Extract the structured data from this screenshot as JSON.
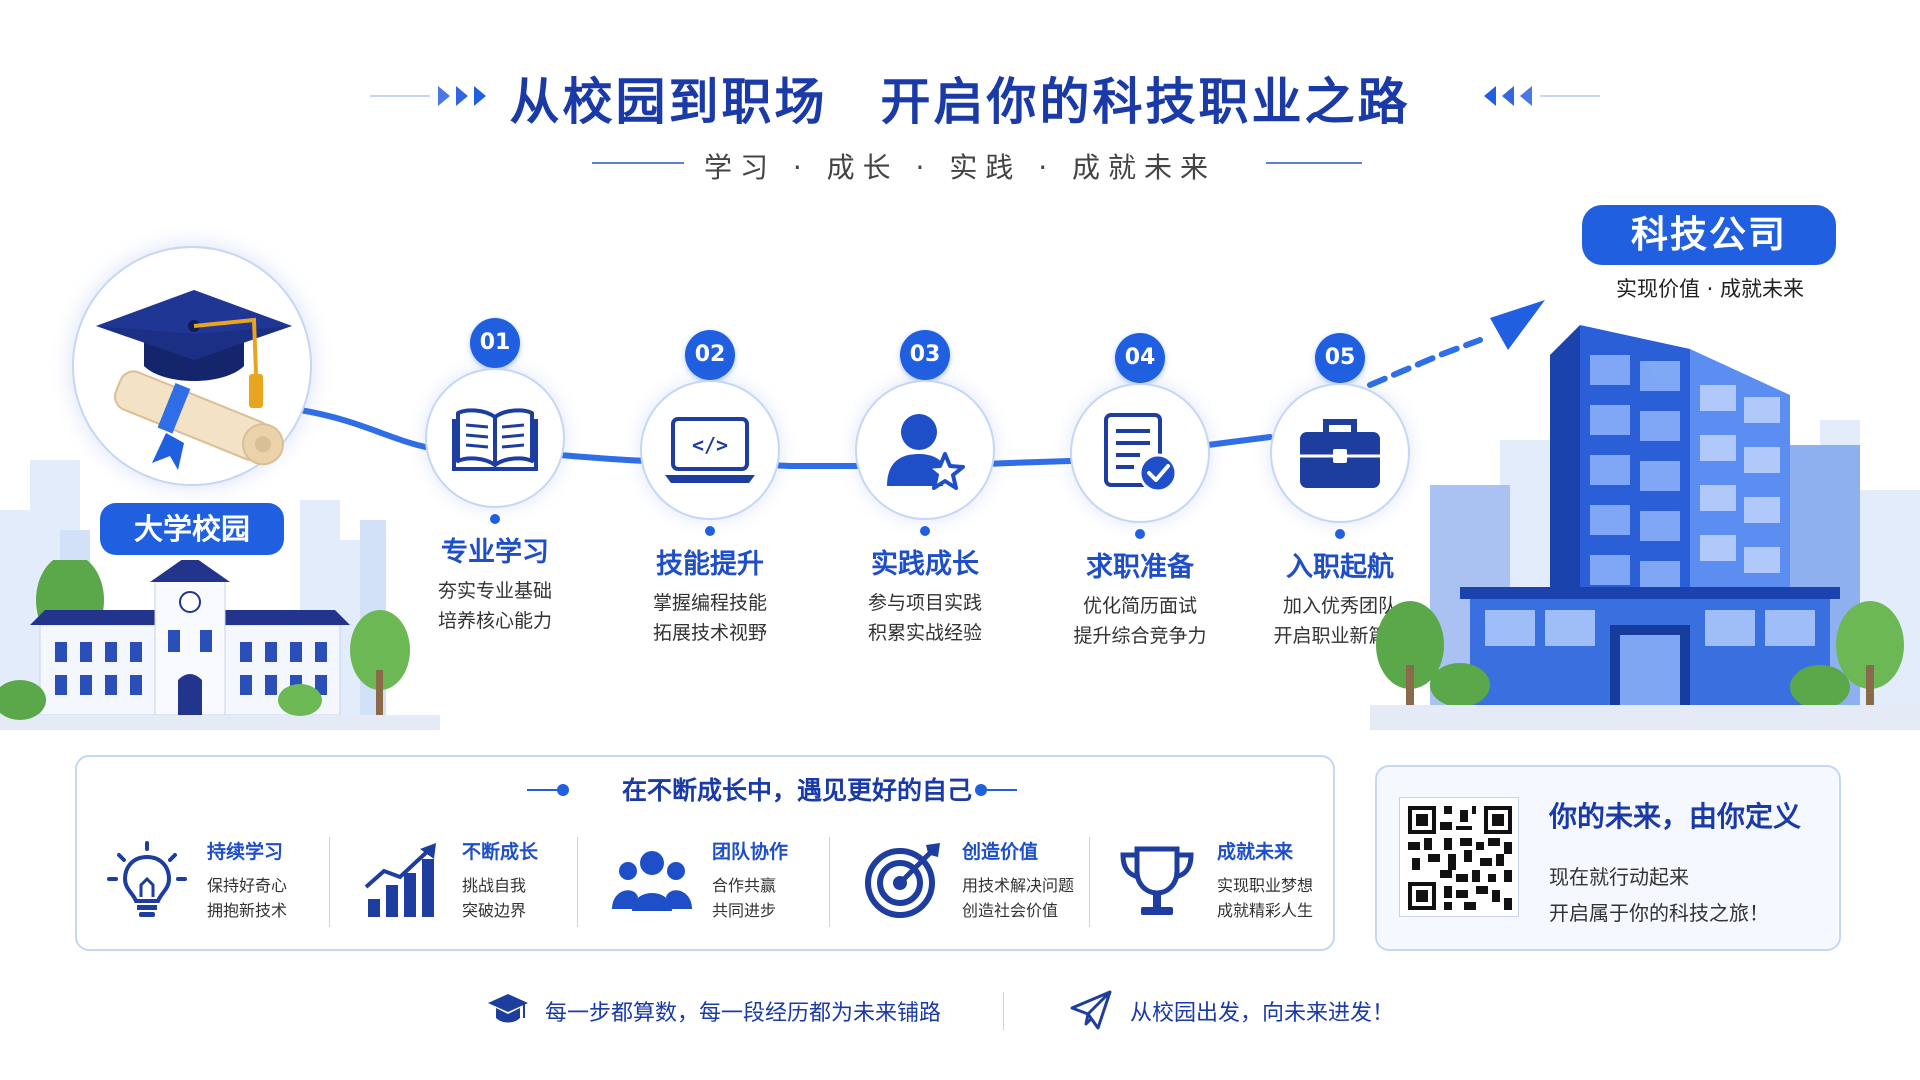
{
  "header": {
    "title": "从校园到职场　开启你的科技职业之路",
    "subtitle": "学习 · 成长 · 实践 · 成就未来"
  },
  "campus": {
    "label": "大学校园"
  },
  "company": {
    "label": "科技公司",
    "sub": "实现价值 · 成就未来"
  },
  "stages": [
    {
      "num": "01",
      "icon": "book-icon",
      "name": "专业学习",
      "line1": "夯实专业基础",
      "line2": "培养核心能力"
    },
    {
      "num": "02",
      "icon": "code-monitor-icon",
      "name": "技能提升",
      "line1": "掌握编程技能",
      "line2": "拓展技术视野"
    },
    {
      "num": "03",
      "icon": "user-star-icon",
      "name": "实践成长",
      "line1": "参与项目实践",
      "line2": "积累实战经验"
    },
    {
      "num": "04",
      "icon": "resume-check-icon",
      "name": "求职准备",
      "line1": "优化简历面试",
      "line2": "提升综合竞争力"
    },
    {
      "num": "05",
      "icon": "briefcase-icon",
      "name": "入职起航",
      "line1": "加入优秀团队",
      "line2": "开启职业新篇章"
    }
  ],
  "growth": {
    "heading": "在不断成长中，遇见更好的自己",
    "items": [
      {
        "icon": "lightbulb-icon",
        "title": "持续学习",
        "line1": "保持好奇心",
        "line2": "拥抱新技术"
      },
      {
        "icon": "growth-chart-icon",
        "title": "不断成长",
        "line1": "挑战自我",
        "line2": "突破边界"
      },
      {
        "icon": "team-icon",
        "title": "团队协作",
        "line1": "合作共赢",
        "line2": "共同进步"
      },
      {
        "icon": "target-icon",
        "title": "创造价值",
        "line1": "用技术解决问题",
        "line2": "创造社会价值"
      },
      {
        "icon": "trophy-icon",
        "title": "成就未来",
        "line1": "实现职业梦想",
        "line2": "成就精彩人生"
      }
    ]
  },
  "future": {
    "title": "你的未来，由你定义",
    "line1": "现在就行动起来",
    "line2": "开启属于你的科技之旅！"
  },
  "footer": {
    "left": "每一步都算数，每一段经历都为未来铺路",
    "right": "从校园出发，向未来进发！"
  },
  "colors": {
    "primary": "#1f5fe0",
    "title": "#1a3aa8",
    "accent": "#e8a520"
  }
}
